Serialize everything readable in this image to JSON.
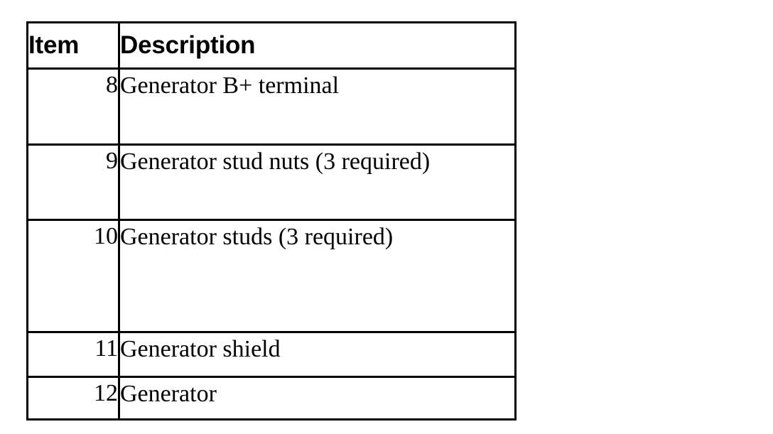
{
  "table": {
    "columns": [
      {
        "key": "item",
        "label": "Item"
      },
      {
        "key": "description",
        "label": "Description"
      }
    ],
    "rows": [
      {
        "item": "8",
        "description": "Generator B+ terminal"
      },
      {
        "item": "9",
        "description": "Generator stud nuts (3 required)"
      },
      {
        "item": "10",
        "description": "Generator studs (3 required)"
      },
      {
        "item": "11",
        "description": "Generator shield"
      },
      {
        "item": "12",
        "description": "Generator"
      }
    ],
    "colors": {
      "border": "#000000",
      "background": "#ffffff",
      "text": "#000000"
    }
  }
}
